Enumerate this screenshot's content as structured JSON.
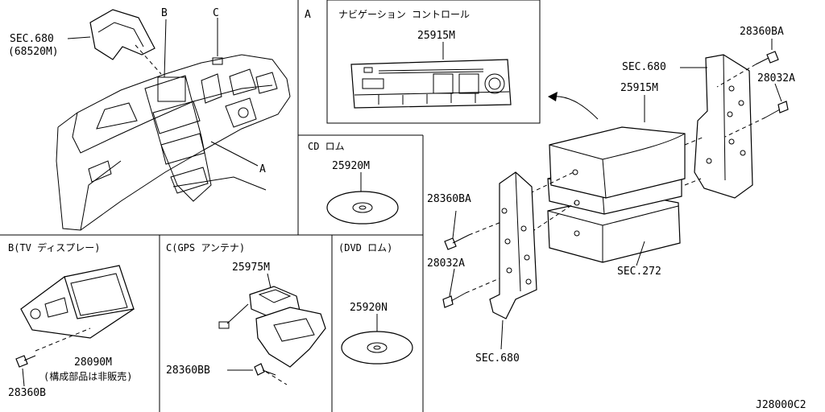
{
  "sections": {
    "dashboard": {
      "callout_b": "B",
      "callout_c": "C",
      "callout_a": "A",
      "sec680": "SEC.680",
      "sec680_sub": "(68520M)"
    },
    "nav_control": {
      "letter": "A",
      "title": "ナビゲーション コントロール",
      "part": "25915M"
    },
    "cd_rom": {
      "title": "CD ロム",
      "part": "25920M"
    },
    "tv_display": {
      "title": "B(TV ディスプレー)",
      "part_main": "28090M",
      "part_note": "(構成部品は非販売)",
      "bolt": "28360B"
    },
    "gps_antenna": {
      "title": "C(GPS アンテナ)",
      "part_main": "25975M",
      "bolt": "28360BB"
    },
    "dvd_rom": {
      "title": "(DVD ロム)",
      "part": "25920N"
    },
    "assembly": {
      "bolt_top": "28360BA",
      "sec680_top": "SEC.680",
      "screw_top": "28032A",
      "unit": "25915M",
      "bolt_left": "28360BA",
      "screw_left": "28032A",
      "sec272": "SEC.272",
      "sec680_bottom": "SEC.680"
    },
    "diagram_code": "J28000C2"
  }
}
